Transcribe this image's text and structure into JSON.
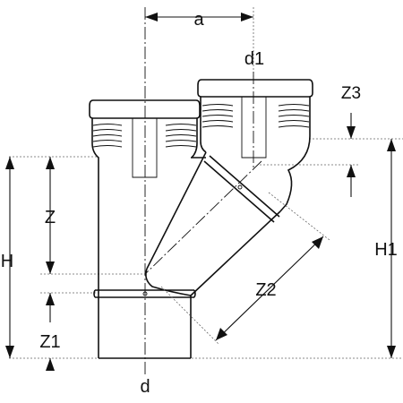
{
  "figure": {
    "labels": {
      "a": "a",
      "d1": "d1",
      "d": "d",
      "z3": "Z3",
      "z": "Z",
      "h": "H",
      "h1": "H1",
      "z2": "Z2",
      "z1": "Z1"
    }
  }
}
